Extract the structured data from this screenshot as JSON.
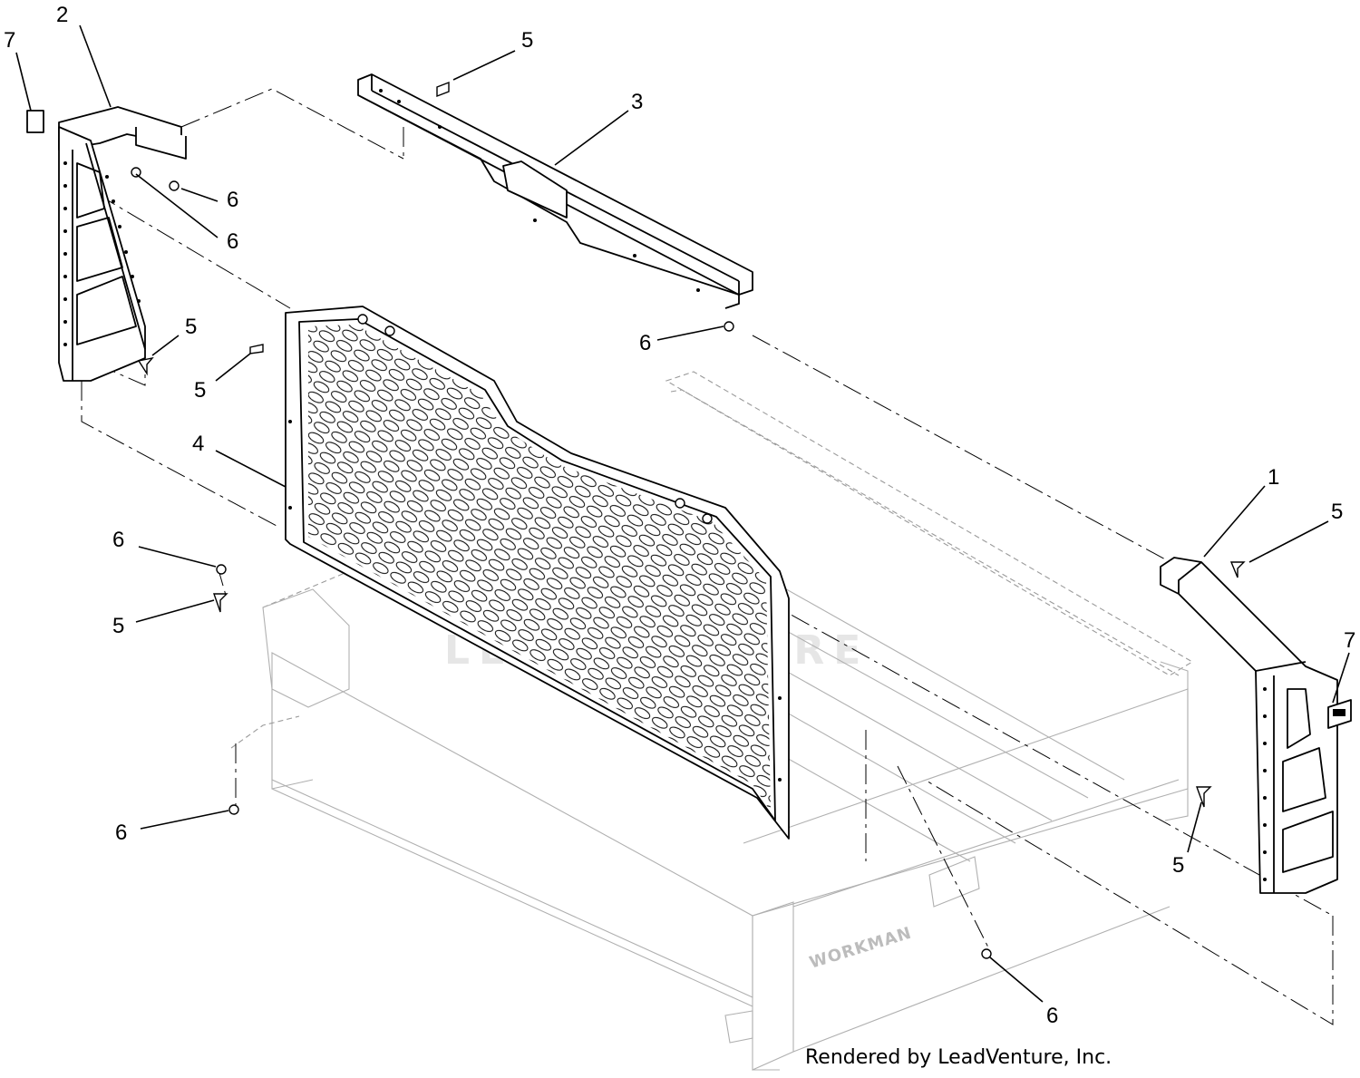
{
  "callouts": {
    "c7a": "7",
    "c2": "2",
    "c5a": "5",
    "c3": "3",
    "c6a": "6",
    "c6b": "6",
    "c5b": "5",
    "c5c": "5",
    "c6c": "6",
    "c4": "4",
    "c1": "1",
    "c5d": "5",
    "c6d": "6",
    "c5e": "5",
    "c7b": "7",
    "c6e": "6",
    "c5f": "5",
    "c6f": "6"
  },
  "bed_brand": "WORKMAN",
  "watermark": "LEADVENTURE",
  "footer": "Rendered by LeadVenture, Inc."
}
